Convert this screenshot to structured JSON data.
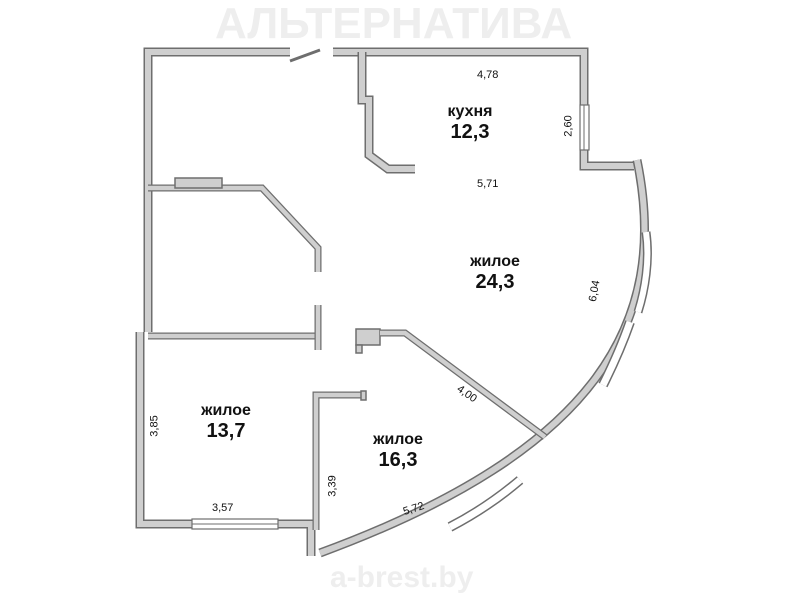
{
  "rooms": [
    {
      "name": "кухня",
      "area": "12,3"
    },
    {
      "name": "жилое",
      "area": "24,3"
    },
    {
      "name": "жилое",
      "area": "13,7"
    },
    {
      "name": "жилое",
      "area": "16,3"
    }
  ],
  "dimensions": {
    "kitchen_width": "4,78",
    "kitchen_window": "2,60",
    "living_width": "5,71",
    "curve_right": "6,04",
    "diagonal": "4,00",
    "left_height": "3,85",
    "left_bottom": "3,57",
    "stub_height": "3,39",
    "curve_bottom": "5,72"
  },
  "watermark": {
    "brand": "АЛЬТЕРНАТИВА",
    "site": "a-brest.by"
  },
  "colors": {
    "wall": "#cfcfcf",
    "wall_outline": "#6e6e6e"
  }
}
